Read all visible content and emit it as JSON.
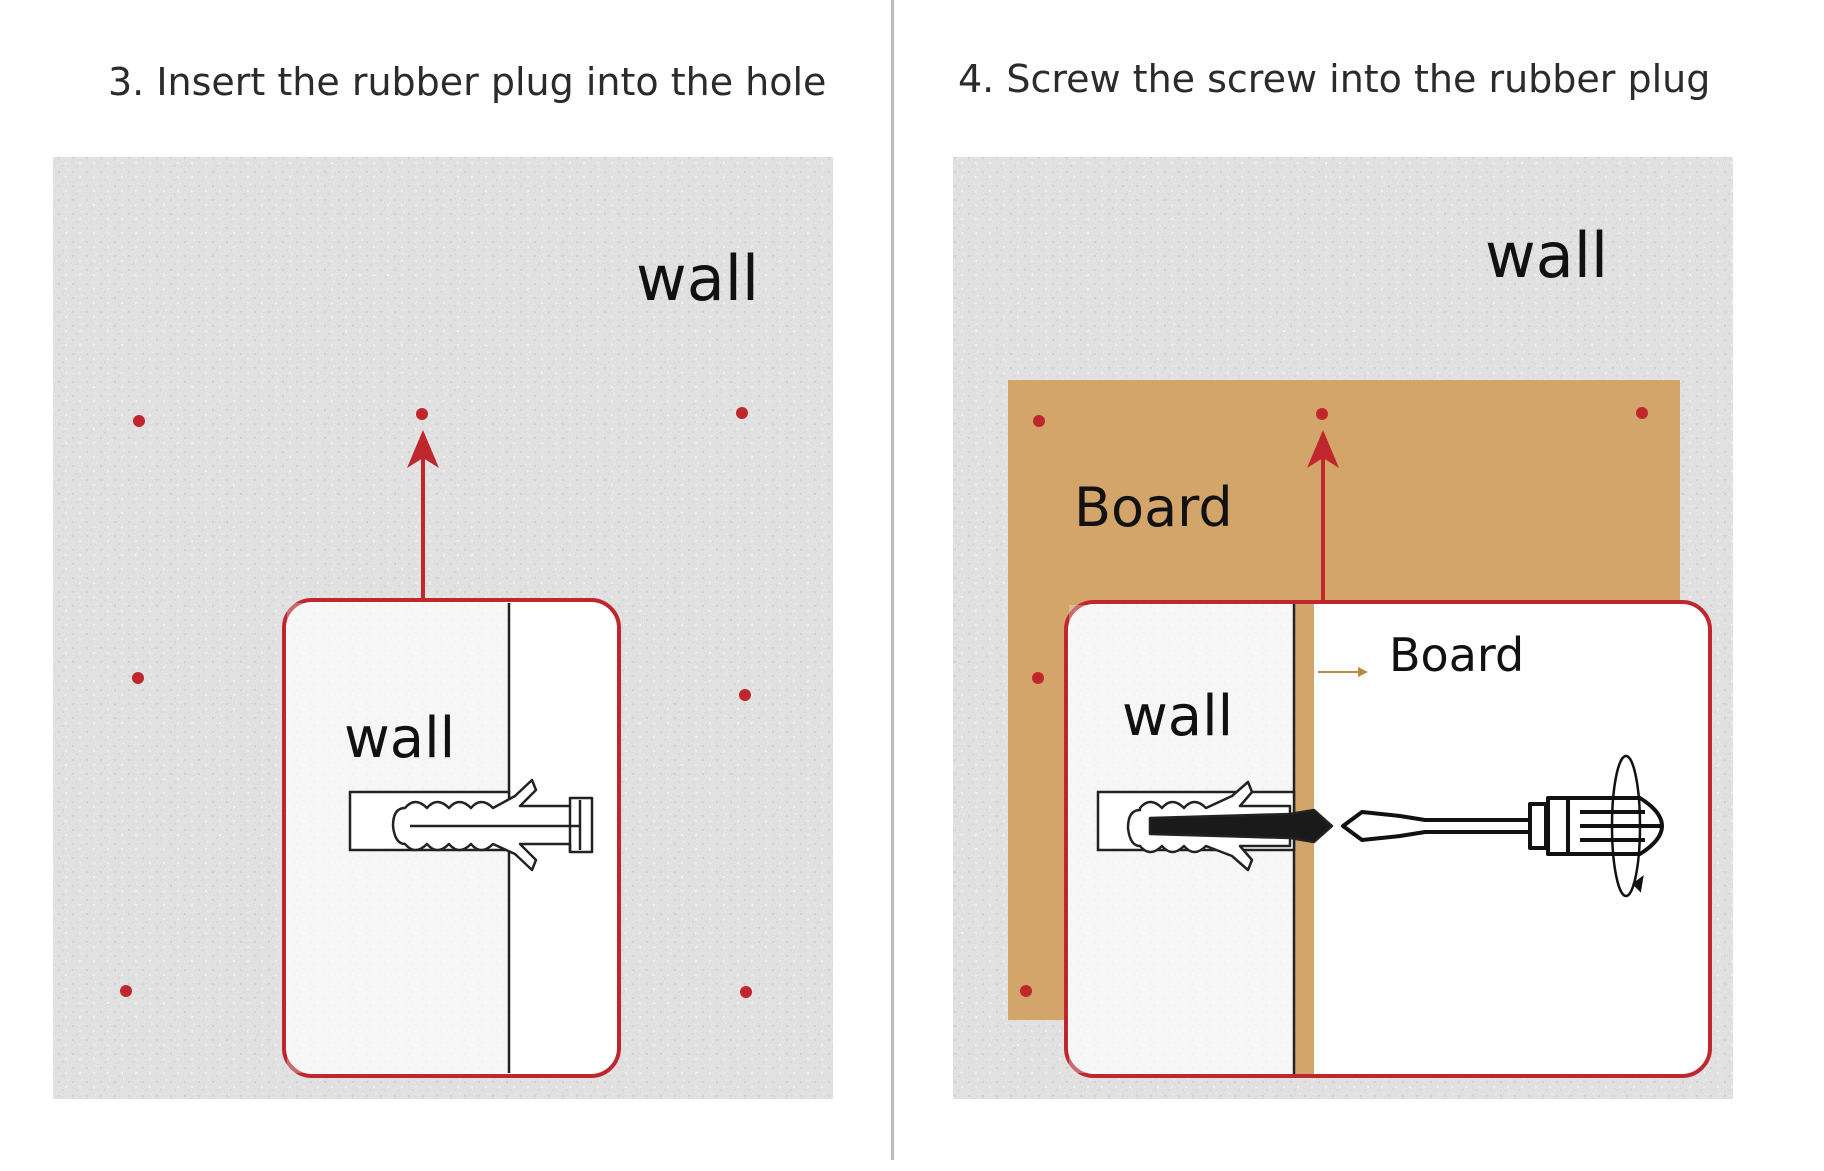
{
  "panels": [
    {
      "title": "3. Insert the rubber plug into the hole",
      "wall_label": "wall",
      "detail_wall_label": "wall"
    },
    {
      "title": "4. Screw the screw into the rubber plug",
      "wall_label": "wall",
      "board_label": "Board",
      "detail_wall_label": "wall",
      "detail_board_label": "Board"
    }
  ],
  "colors": {
    "wall_texture": "#e2e2e2",
    "board": "#d4a56a",
    "accent_red": "#c0272d",
    "outline": "#222222"
  },
  "icons": [
    "wall-plug-icon",
    "screwdriver-icon",
    "rotate-icon",
    "arrow-up-icon"
  ]
}
